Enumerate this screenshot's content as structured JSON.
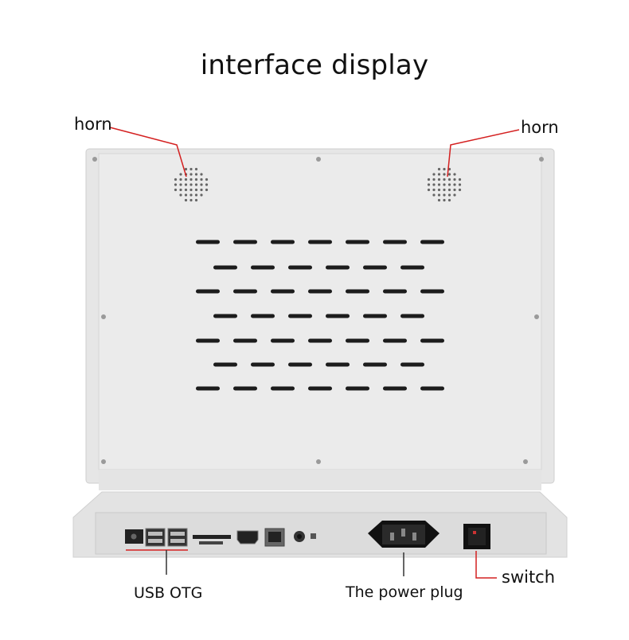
{
  "title": "interface display",
  "labels": {
    "horn_left": "horn",
    "horn_right": "horn",
    "usb_otg": "USB OTG",
    "power_plug": "The power plug",
    "switch": "switch"
  },
  "colors": {
    "panel": "#ececec",
    "panel_inner": "#eaeaea",
    "frame": "#e4e4e4",
    "base": "#e1e1e1",
    "port_panel": "#dedede",
    "vent": "#1c1c1c",
    "callout_red": "#d42020"
  }
}
